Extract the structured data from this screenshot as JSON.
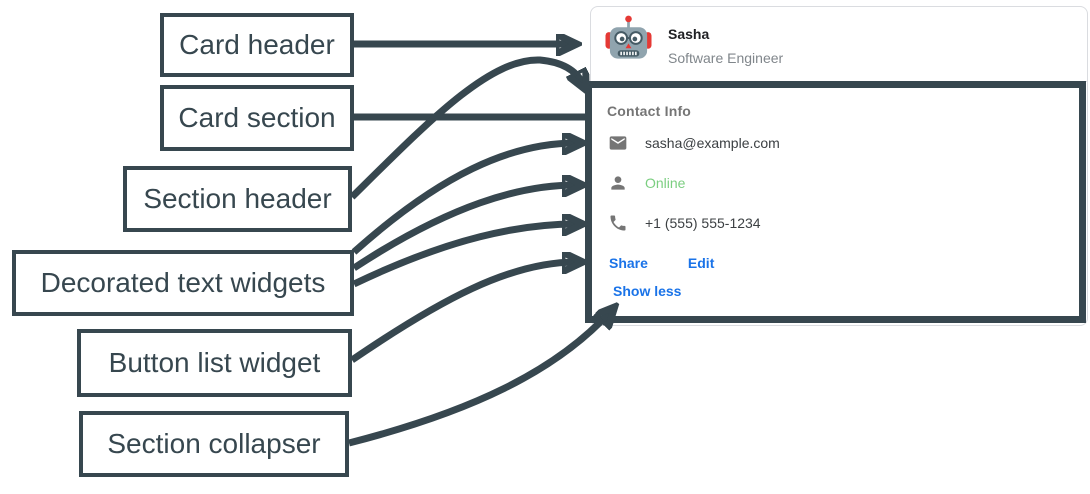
{
  "diagram": {
    "annotation_color": "#37474F",
    "labels": [
      {
        "id": "card-header",
        "text": "Card header"
      },
      {
        "id": "card-section",
        "text": "Card section"
      },
      {
        "id": "section-header",
        "text": "Section header"
      },
      {
        "id": "decorated-text-widgets",
        "text": "Decorated text widgets"
      },
      {
        "id": "button-list-widget",
        "text": "Button list widget"
      },
      {
        "id": "section-collapser",
        "text": "Section collapser"
      }
    ]
  },
  "card": {
    "header": {
      "avatar_icon": "robot-avatar",
      "name": "Sasha",
      "subtitle": "Software Engineer"
    },
    "section": {
      "header": "Contact Info",
      "items": [
        {
          "icon": "email-icon",
          "text": "sasha@example.com",
          "color": "#3C4043"
        },
        {
          "icon": "person-icon",
          "text": "Online",
          "color": "#7BCE80"
        },
        {
          "icon": "phone-icon",
          "text": "+1 (555) 555-1234",
          "color": "#3C4043"
        }
      ],
      "buttons": [
        {
          "label": "Share"
        },
        {
          "label": "Edit"
        }
      ],
      "collapser_label": "Show less"
    },
    "colors": {
      "link_blue": "#1A73E8",
      "online_green": "#7BCE80",
      "muted_gray": "#757575",
      "text_dark": "#3C4043",
      "card_border": "#DADCE0"
    }
  }
}
